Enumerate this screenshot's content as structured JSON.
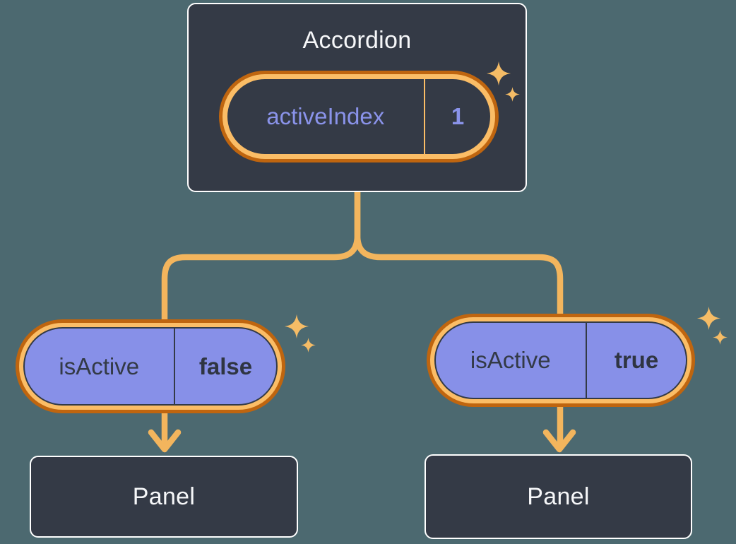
{
  "diagram": {
    "accordion": {
      "title": "Accordion",
      "state": {
        "name": "activeIndex",
        "value": "1"
      }
    },
    "children": [
      {
        "prop": {
          "name": "isActive",
          "value": "false"
        },
        "panel": {
          "title": "Panel"
        }
      },
      {
        "prop": {
          "name": "isActive",
          "value": "true"
        },
        "panel": {
          "title": "Panel"
        }
      }
    ]
  },
  "icons": {
    "sparkle": "four-pointed-star-sparkle"
  },
  "colors": {
    "background": "#4c6970",
    "card_fill": "#343a46",
    "card_border": "#ffffff",
    "text_light": "#f6f7f9",
    "text_dark": "#333a46",
    "purple_text": "#8a93ea",
    "pill_purple": "#8790e8",
    "ring_outer_orange": "#bf650f",
    "ring_inner_orange": "#fbbd66",
    "connector_orange": "#f3b55d"
  }
}
